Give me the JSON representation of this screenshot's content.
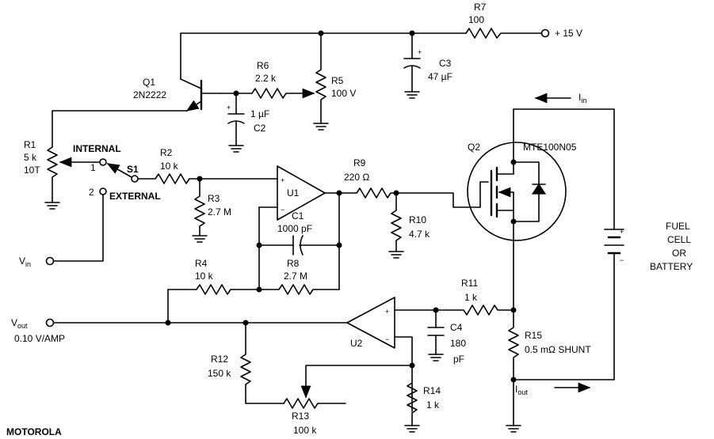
{
  "labels": {
    "r7_name": "R7",
    "r7_val": "100",
    "supply": "+ 15 V",
    "c3_name": "C3",
    "c3_val": "47 µF",
    "q1_name": "Q1",
    "q1_part": "2N2222",
    "r6_name": "R6",
    "r6_val": "2.2 k",
    "r5_name": "R5",
    "r5_val": "100 V",
    "c2_val": "1 µF",
    "c2_name": "C2",
    "r1_name": "R1",
    "r1_val": "5 k",
    "r1_turns": "10T",
    "internal": "INTERNAL",
    "external": "EXTERNAL",
    "s1_name": "S1",
    "s1_pos1": "1",
    "s1_pos2": "2",
    "r2_name": "R2",
    "r2_val": "10 k",
    "r3_name": "R3",
    "r3_val": "2.7 M",
    "u1_name": "U1",
    "r9_name": "R9",
    "r9_val": "220 Ω",
    "r10_name": "R10",
    "r10_val": "4.7 k",
    "q2_name": "Q2",
    "q2_part": "MTE100N05",
    "iin": "I",
    "iin_sub": "in",
    "c1_name": "C1",
    "c1_val": "1000 pF",
    "vin": "V",
    "vin_sub": "in",
    "r4_name": "R4",
    "r4_val": "10 k",
    "r8_name": "R8",
    "r8_val": "2.7 M",
    "fuel1": "FUEL",
    "fuel2": "CELL",
    "fuel3": "OR",
    "fuel4": "BATTERY",
    "r11_name": "R11",
    "r11_val": "1 k",
    "vout": "V",
    "vout_sub": "out",
    "vout_scale": "0.10 V/AMP",
    "u2_name": "U2",
    "c4_name": "C4",
    "c4_val": "180",
    "c4_unit": "pF",
    "r15_name": "R15",
    "r15_val": "0.5 mΩ SHUNT",
    "r12_name": "R12",
    "r12_val": "150 k",
    "iout": "I",
    "iout_sub": "out",
    "r14_name": "R14",
    "r14_val": "1 k",
    "r13_name": "R13",
    "r13_val": "100 k",
    "brand": "MOTOROLA",
    "plus": "+",
    "minus": "−"
  }
}
